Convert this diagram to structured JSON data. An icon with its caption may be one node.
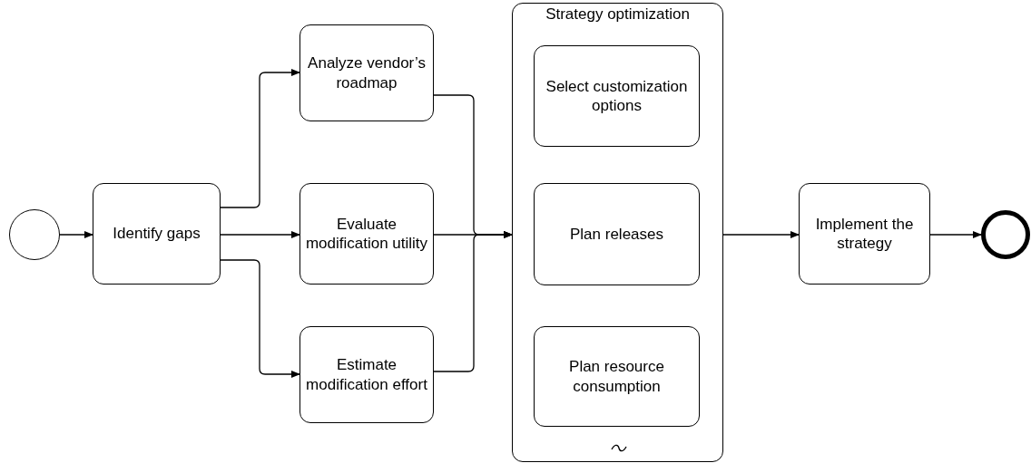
{
  "diagram": {
    "nodes": [
      {
        "text": [],
        "shape": "circle"
      },
      {
        "text": [
          "Identify gaps"
        ]
      },
      {
        "text": [
          "Analyze vendor’s roadmap"
        ]
      },
      {
        "text": [
          "Evaluate modification utility"
        ]
      },
      {
        "text": [
          "Estimate modification effort"
        ]
      },
      {
        "text": [
          "Strategy optimization"
        ]
      },
      {
        "text": [
          "Select customization options"
        ],
        "in": 5
      },
      {
        "text": [
          "Plan releases"
        ],
        "in": 5
      },
      {
        "text": [
          "Plan resource consumption"
        ],
        "in": 5
      },
      {
        "text": [
          "Implement the strategy"
        ]
      },
      {
        "text": [],
        "shape": "circle"
      }
    ],
    "edges": [
      {
        "from": 0,
        "to": 1,
        "arrow": "to"
      },
      {
        "from": 1,
        "to": 2,
        "arrow": "to"
      },
      {
        "from": 1,
        "to": 3,
        "arrow": "to"
      },
      {
        "from": 1,
        "to": 4,
        "arrow": "to"
      },
      {
        "from": 2,
        "to": 5,
        "arrow": "to"
      },
      {
        "from": 3,
        "to": 5,
        "arrow": "to"
      },
      {
        "from": 4,
        "to": 5,
        "arrow": "to"
      },
      {
        "from": 5,
        "to": 9,
        "arrow": "to"
      },
      {
        "from": 9,
        "to": 10,
        "arrow": "to"
      }
    ]
  }
}
